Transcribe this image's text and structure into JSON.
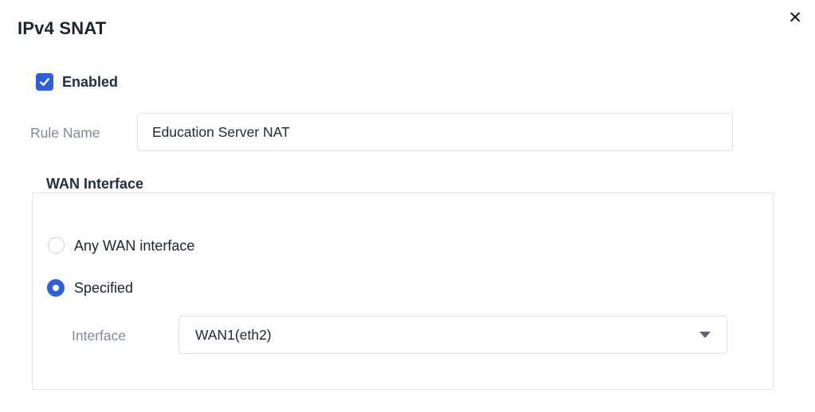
{
  "colors": {
    "accent": "#2b5fdd",
    "input_border": "#dcdfe6",
    "group_border": "#dfe3ed",
    "label_gray": "#7f8a99",
    "text_dark": "#1f2730"
  },
  "dialog": {
    "title": "IPv4 SNAT",
    "close_icon_glyph": "✕"
  },
  "form": {
    "enabled_checkbox": {
      "label": "Enabled",
      "checked": true
    },
    "rule_name": {
      "label": "Rule Name",
      "value": "Education Server NAT"
    },
    "wan_interface_group": {
      "legend": "WAN Interface",
      "radio_options": [
        {
          "label": "Any WAN interface",
          "selected": false
        },
        {
          "label": "Specified",
          "selected": true
        }
      ],
      "interface_select": {
        "label": "Interface",
        "selected_value": "WAN1(eth2)"
      }
    }
  }
}
